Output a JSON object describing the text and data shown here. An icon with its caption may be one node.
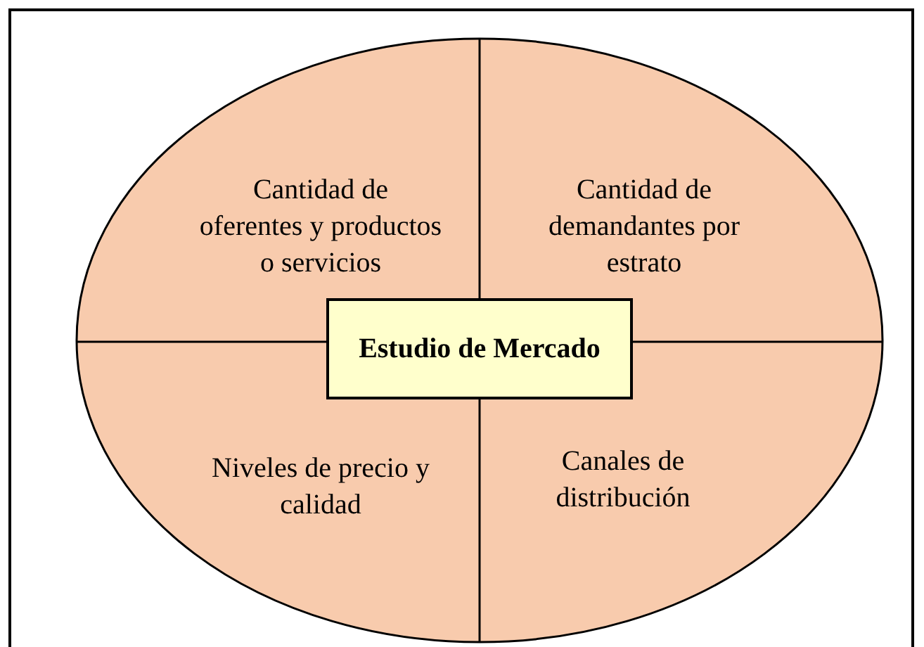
{
  "diagram": {
    "nodes": [
      {
        "text": [],
        "shape": "ellipse"
      },
      {
        "text": [
          "Cantidad de oferentes y productos o servicios"
        ],
        "in": 0
      },
      {
        "text": [
          "Cantidad de demandantes por estrato"
        ],
        "in": 0
      },
      {
        "text": [
          "Niveles de precio y calidad"
        ],
        "in": 0
      },
      {
        "text": [
          "Canales de distribución"
        ],
        "in": 0
      },
      {
        "text": [
          "Estudio de Mercado"
        ],
        "in": 0
      }
    ],
    "edges": []
  }
}
